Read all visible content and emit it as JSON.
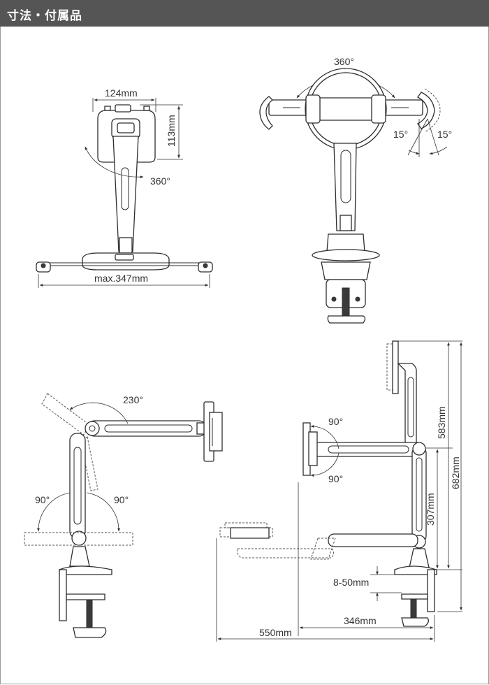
{
  "header": {
    "title": "寸法・付属品",
    "bg_color": "#555555"
  },
  "front_view": {
    "width_label": "124mm",
    "height_label": "113mm",
    "rotation_label": "360°",
    "base_label": "max.347mm"
  },
  "side_view": {
    "rotation_label": "360°",
    "tilt_left_label": "15°",
    "tilt_right_label": "15°"
  },
  "arm_angle_view": {
    "top_angle_label": "230°",
    "left_angle_label": "90°",
    "right_angle_label": "90°"
  },
  "arm_extent_view": {
    "top_angle_label": "90°",
    "bottom_angle_label": "90°",
    "height_upper_label": "583mm",
    "height_total_label": "682mm",
    "height_lower_label": "307mm",
    "clamp_label": "8-50mm",
    "reach_short_label": "346mm",
    "reach_long_label": "550mm"
  }
}
